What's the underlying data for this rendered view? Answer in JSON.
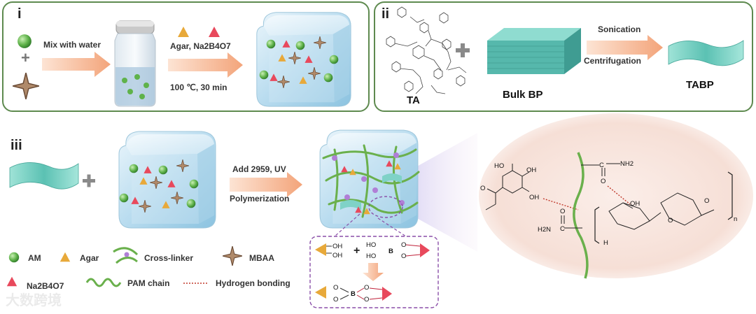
{
  "panels": {
    "i": {
      "label": "i",
      "step1": "Mix with water",
      "reagents": "Agar, Na2B4O7",
      "conditions": "100 ℃,  30 min"
    },
    "ii": {
      "label": "ii",
      "ta": "TA",
      "bulk": "Bulk BP",
      "step_top": "Sonication",
      "step_bottom": "Centrifugation",
      "product": "TABP"
    },
    "iii": {
      "label": "iii",
      "step_top": "Add 2959, UV",
      "step_bottom": "Polymerization"
    }
  },
  "legend": {
    "am": "AM",
    "agar": "Agar",
    "crosslinker": "Cross-linker",
    "mbaa": "MBAA",
    "borax": "Na2B4O7",
    "pam": "PAM chain",
    "hbond": "Hydrogen bonding"
  },
  "reaction": {
    "oh": "OH",
    "ho": "HO",
    "b": "B",
    "o": "O",
    "plus": "+"
  },
  "zoom": {
    "oh": "OH",
    "ho": "HO",
    "nh2": "NH2",
    "h2n": "H2N",
    "o": "O",
    "h": "H",
    "n": "n",
    "c": "C"
  },
  "watermark": "大数跨境",
  "colors": {
    "panel_border": "#5e8a4f",
    "arrow": "#f3a77e",
    "am": "#5fb24a",
    "agar": "#e8a93a",
    "borax": "#e8495c",
    "chain": "#6ab04c",
    "tabp": "#7fd2c7",
    "reaction_border": "#8a4fa8"
  }
}
